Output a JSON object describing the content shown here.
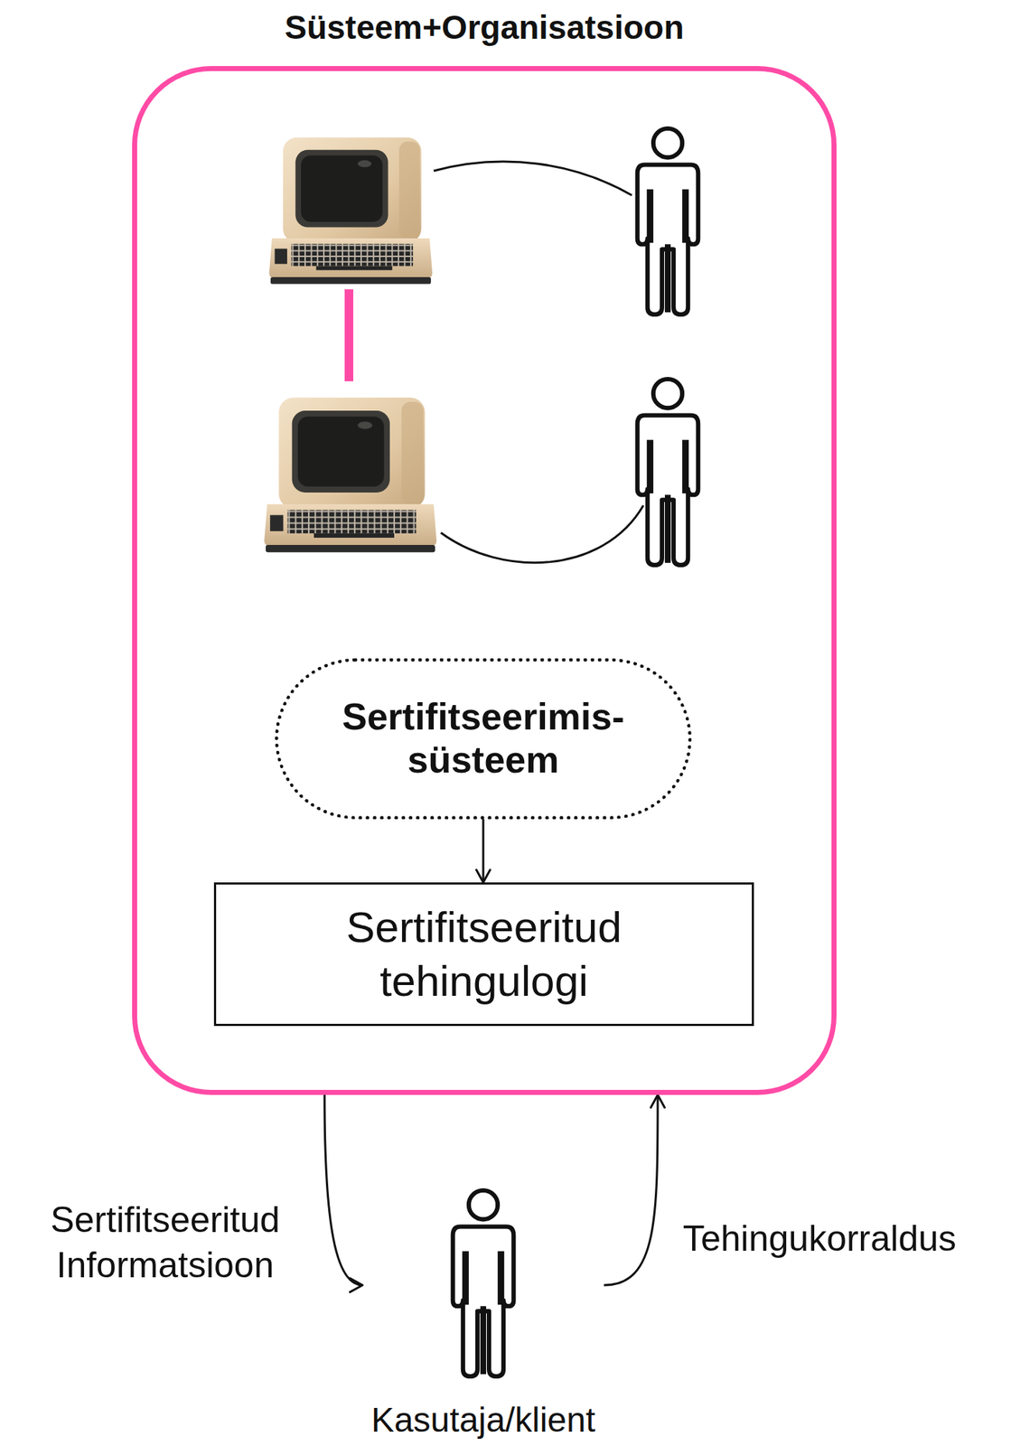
{
  "diagram": {
    "nodes": [
      {
        "text": [
          "Süsteem+Organisatsioon"
        ]
      },
      {
        "text": [
          "Sertifitseerimis- süsteem"
        ],
        "in": 0
      },
      {
        "text": [
          "Sertifitseeritud tehingulogi"
        ],
        "in": 0
      },
      {
        "text": [
          "Kasutaja/klient"
        ]
      }
    ],
    "edges": [
      {
        "from": 1,
        "to": 2,
        "arrow": "to"
      },
      {
        "from": 0,
        "to": 3,
        "label": "Sertifitseeritud Informatsioon",
        "arrow": "to"
      },
      {
        "from": 3,
        "to": 0,
        "label": "Tehingukorraldus",
        "arrow": "to"
      }
    ]
  }
}
